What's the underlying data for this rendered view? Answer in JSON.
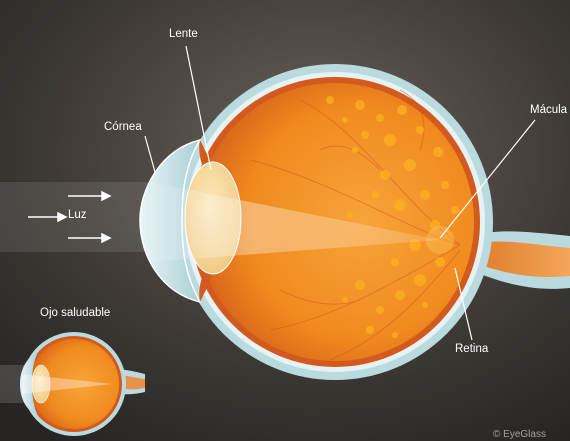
{
  "labels": {
    "lens": "Lente",
    "cornea": "Córnea",
    "macula": "Mácula",
    "light": "Luz",
    "retina": "Retina",
    "healthy_eye": "Ojo saludable"
  },
  "watermark": "© EyeGlass",
  "colors": {
    "background": "#3a3633",
    "sclera": "#b9dbe0",
    "eye_inner": "#f08a1e",
    "lens": "#f6d79a",
    "light_beam": "#ffffff",
    "spots": "#ffb020"
  }
}
